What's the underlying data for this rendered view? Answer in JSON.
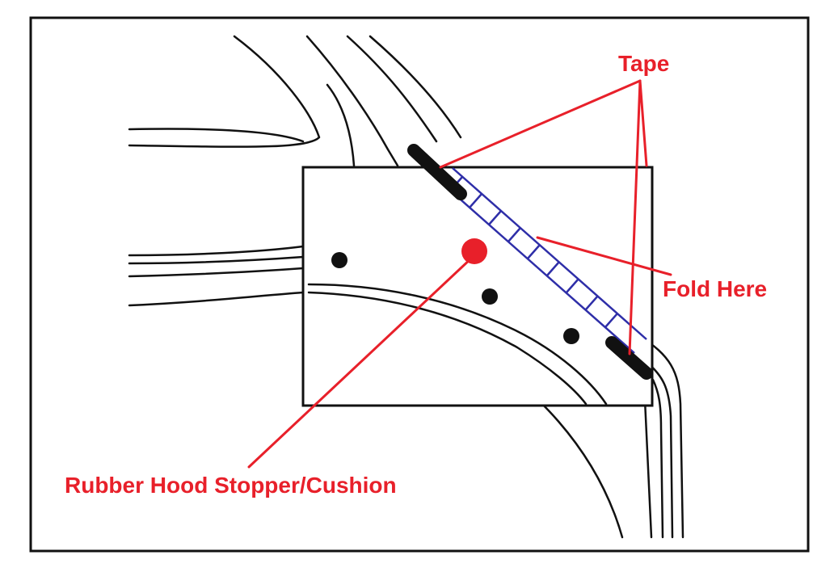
{
  "labels": {
    "tape": "Tape",
    "fold_here": "Fold Here",
    "rubber_hood_stopper": "Rubber Hood Stopper/Cushion"
  },
  "colors": {
    "annotation": "#e8202a",
    "outline": "#111111",
    "fold_strip": "#2e2ea8",
    "background": "#ffffff"
  },
  "icons": {
    "stopper": "red-dot",
    "holes": "black-dot"
  }
}
